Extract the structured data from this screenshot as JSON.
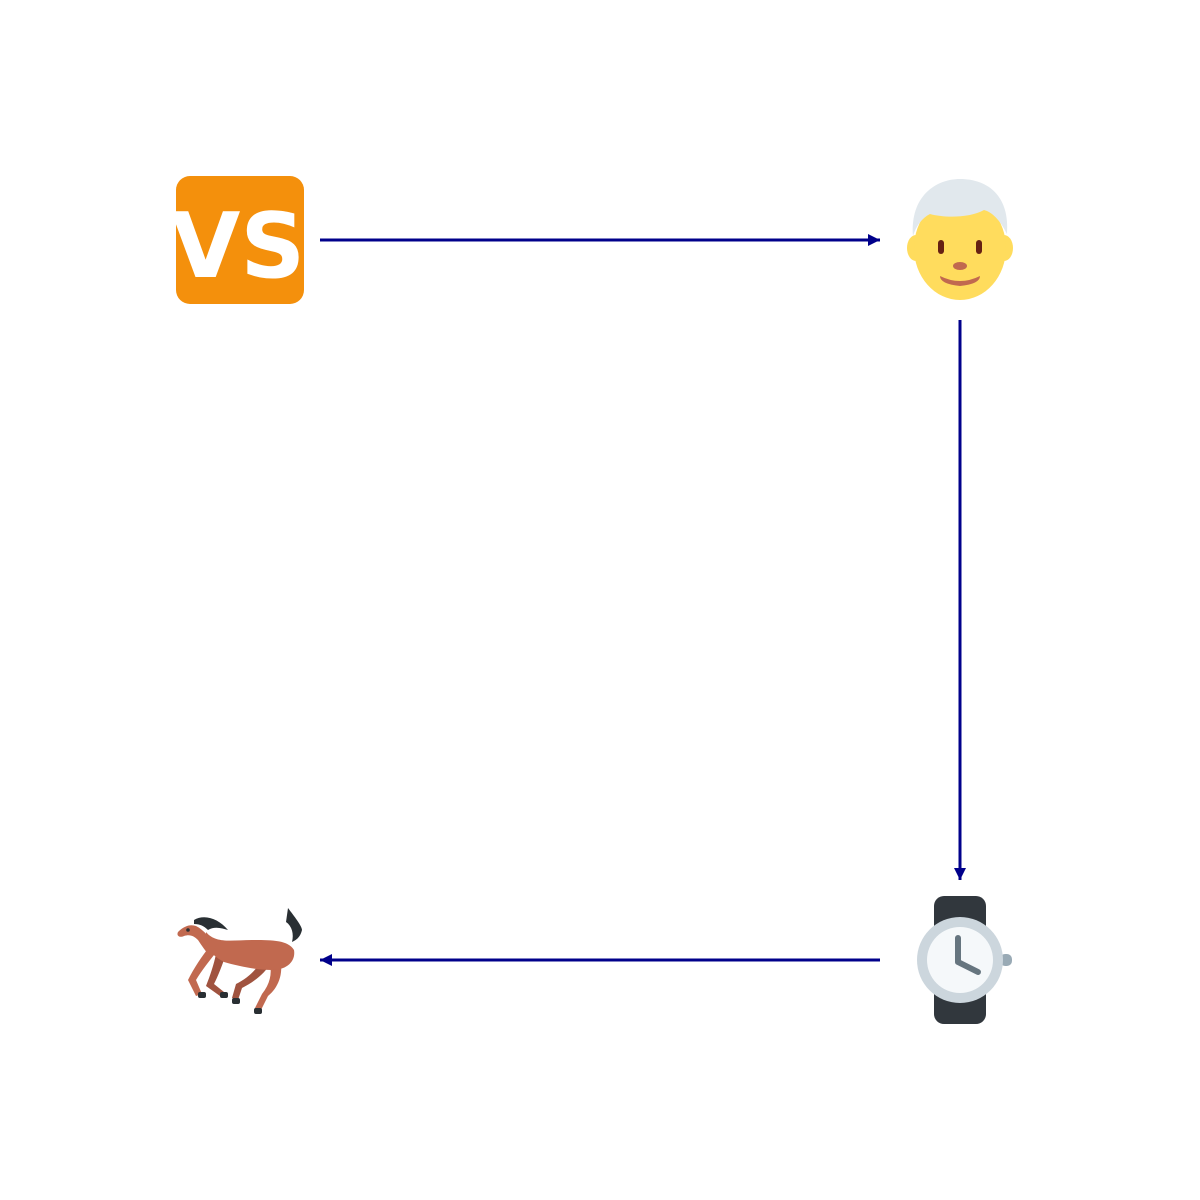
{
  "diagram": {
    "nodes": [
      {
        "id": "vs",
        "icon": "vs-button-icon",
        "label": "VS"
      },
      {
        "id": "man",
        "icon": "man-white-hair-icon"
      },
      {
        "id": "watch",
        "icon": "wristwatch-icon"
      },
      {
        "id": "horse",
        "icon": "running-horse-icon"
      }
    ],
    "edges": [
      {
        "from": "vs",
        "to": "man"
      },
      {
        "from": "man",
        "to": "watch"
      },
      {
        "from": "watch",
        "to": "horse"
      }
    ],
    "colors": {
      "arrow": "#00008b",
      "vs_bg": "#f4900c",
      "vs_text": "#ffffff",
      "skin": "#ffdc5d",
      "hair": "#e1e8ed",
      "watch_band": "#31373d",
      "watch_case": "#ccd6dd",
      "watch_face": "#f5f8fa",
      "watch_hands": "#66757f",
      "horse": "#c1694f",
      "horse_mane": "#292f33"
    }
  }
}
